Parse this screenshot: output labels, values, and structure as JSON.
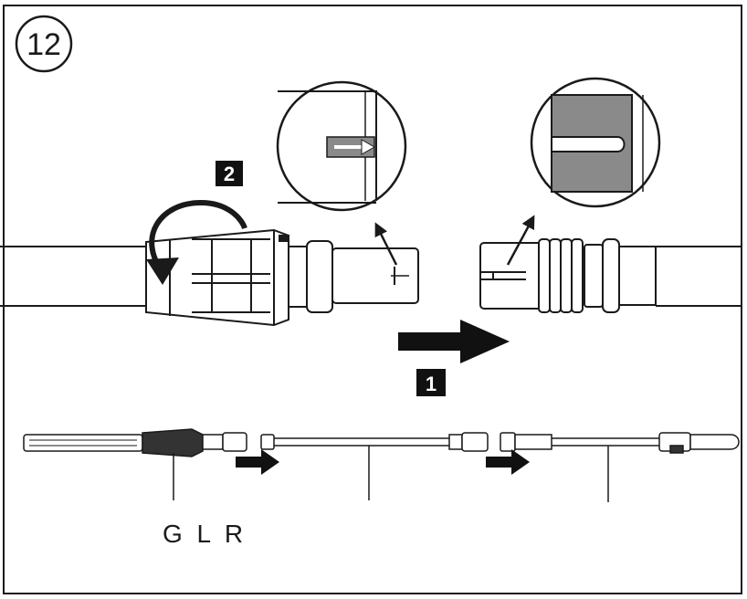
{
  "step_number": "12",
  "steps": {
    "step_1": "1",
    "step_2": "2"
  },
  "part_label": "G L R",
  "colors": {
    "line": "#1a1a1a",
    "fill_gray": "#8a8a8a",
    "fill_dark": "#111111",
    "background": "#ffffff"
  }
}
